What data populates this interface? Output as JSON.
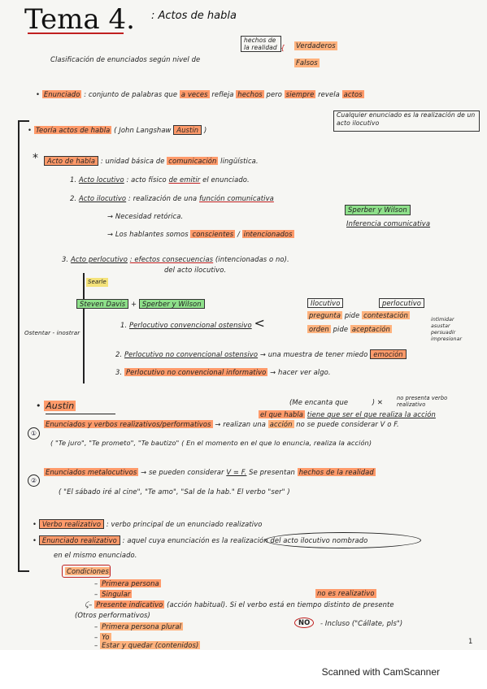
{
  "title": {
    "tema": "Tema 4.",
    "subtitle": ": Actos de habla"
  },
  "clasificacion": {
    "text": "Clasificación de enunciados según nivel de",
    "box": "hechos de la realidad",
    "verdaderos": "Verdaderos",
    "falsos": "Falsos"
  },
  "enunciado": {
    "label": "Enunciado",
    "text1": ": conjunto de palabras que",
    "a_veces": "a veces",
    "text2": "refleja",
    "hechos": "hechos",
    "text3": "pero",
    "siempre": "siempre",
    "text4": "revela",
    "actos": "actos"
  },
  "nota_box": "Cualquier enunciado es la realización de un acto ilocutivo",
  "teoria": {
    "label": "Teoría actos de habla",
    "authors": "( John Langshaw",
    "austin": "Austin",
    "close": ")"
  },
  "acto_habla": {
    "star": "*",
    "label": "Acto de habla",
    "text": ": unidad básica de",
    "comunicacion": "comunicación",
    "text2": "lingüística."
  },
  "items": {
    "one_num": "1.",
    "one_label": "Acto locutivo",
    "one_text": ": acto físico",
    "one_emitir": "de emitir",
    "one_text2": "el enunciado.",
    "two_num": "2.",
    "two_label": "Acto ilocutivo",
    "two_text": ": realización de una",
    "two_funcion": "función comunicativa",
    "two_dash1": "→ Necesidad retórica.",
    "two_dash2": "→ Los hablantes somos",
    "two_conscientes": "conscientes",
    "two_intencionados": "intencionados",
    "sperber": "Sperber y Wilson",
    "inferencia": "Inferencia comunicativa",
    "three_num": "3.",
    "three_label": "Acto perlocutivo",
    "three_efectos": ": efectos consecuencias",
    "three_text": "(intencionadas o no).",
    "three_text2": "del acto ilocutivo.",
    "searle": "Searle",
    "steven": "Steven Davis",
    "plus": "+",
    "sperber2": "Sperber y Wilson",
    "ostentar": "Ostentar - inostrar",
    "p1_num": "1.",
    "p1_text": "Perlocutivo convencional ostensivo",
    "ilocutivo": "Ilocutivo",
    "perlocutivo": "perlocutivo",
    "pregunta": "pregunta",
    "pide": "pide",
    "contestacion": "contestación",
    "orden": "orden",
    "pide2": "pide",
    "aceptacion": "aceptación",
    "emociones": [
      "intimidar",
      "asustar",
      "persuadir",
      "impresionar"
    ],
    "p2_num": "2.",
    "p2_text": "Perlocutivo no convencional ostensivo",
    "p2_arrow": "→ una muestra de tener miedo",
    "emocion": "emoción",
    "p3_num": "3.",
    "p3_text": "Perlocutivo no convencional informativo",
    "p3_arrow": "→ hacer ver algo."
  },
  "austin": {
    "label": "Austin",
    "note1": "(Me encanta que",
    "note1_x": ") ✕",
    "note2": "no presenta verbo realizativo",
    "circle1": "①",
    "realizativos": "Enunciados y verbos realizativos/performativos",
    "arrow1": "→ realizan una",
    "accion": "acción",
    "arrow1b": "no se puede considerar V o F.",
    "que_habla": "el que habla",
    "tiene": "tiene que ser el que realiza la acción",
    "ejemplos1": "( \"Te juro\", \"Te prometo\", \"Te bautizo\"  ( En el momento en el que lo enuncia, realiza la acción)",
    "circle2": "②",
    "metalocutivos": "Enunciados metalocutivos",
    "arrow2": "→ se pueden considerar",
    "vf": "V = F.",
    "presentan": "Se presentan",
    "hechos_realidad": "hechos de la realidad",
    "ejemplos2": "( \"El sábado iré al cine\", \"Te amo\", \"Sal de la hab.\"  El verbo \"ser\" )"
  },
  "verbo": {
    "label": "Verbo realizativo",
    "text": ": verbo principal de un enunciado realizativo",
    "label2": "Enunciado realizativo",
    "text2": ": aquel cuya enunciación es la",
    "realizacion": "realización del acto ilocutivo nombrado",
    "text3": "en el mismo enunciado.",
    "condiciones": "Condiciones",
    "c1": "Primera persona",
    "c2": "Singular",
    "c3": "Presente indicativo",
    "c3b": "(acción habitual). Si el verbo está en tiempo distinto de presente",
    "no_realizativo": "no es realizativo",
    "otros": "(Otros performativos)",
    "o1": "Primera persona plural",
    "o2": "Yo",
    "o3": "Estar y quedar (contenidos)",
    "no": "NO",
    "incluso": "- Incluso",
    "ejemplo": "(\"Cállate, pls\")",
    "page": "1"
  },
  "footer": "Scanned with CamScanner"
}
